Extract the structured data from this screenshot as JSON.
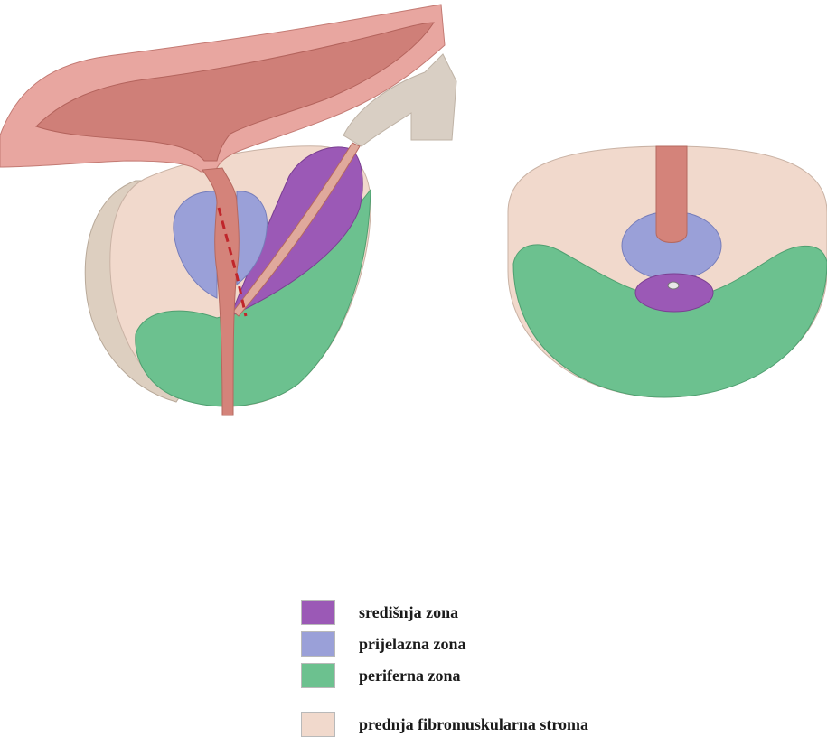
{
  "colors": {
    "central": "#9b59b6",
    "transition": "#9aa0d8",
    "peripheral": "#6cc18f",
    "stroma": "#f1d9cc",
    "stroma_side": "#ddcfc0",
    "urethra": "#d4837a",
    "bladder_outer": "#e8a6a0",
    "bladder_inner": "#cf7f78",
    "duct_line": "#c0262b"
  },
  "legend": {
    "items": [
      {
        "label": "središnja zona",
        "color": "#9b59b6"
      },
      {
        "label": "prijelazna zona",
        "color": "#9aa0d8"
      },
      {
        "label": "periferna zona",
        "color": "#6cc18f"
      },
      {
        "label": "prednja fibromuskularna stroma",
        "color": "#f1d9cc"
      }
    ]
  }
}
